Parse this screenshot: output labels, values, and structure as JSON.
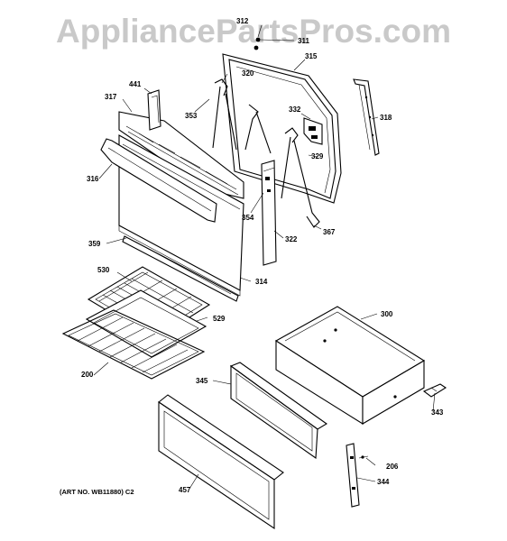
{
  "watermark": "AppliancePartsPros.com",
  "art_number": "(ART NO. WB11880) C2",
  "parts": {
    "p312": "312",
    "p311": "311",
    "p315": "315",
    "p320": "320",
    "p441": "441",
    "p317": "317",
    "p353": "353",
    "p318": "318",
    "p332": "332",
    "p316": "316",
    "p329": "329",
    "p354": "354",
    "p367": "367",
    "p359": "359",
    "p322": "322",
    "p530": "530",
    "p314": "314",
    "p529": "529",
    "p300": "300",
    "p200": "200",
    "p345": "345",
    "p343": "343",
    "p206": "206",
    "p457": "457",
    "p344": "344"
  }
}
